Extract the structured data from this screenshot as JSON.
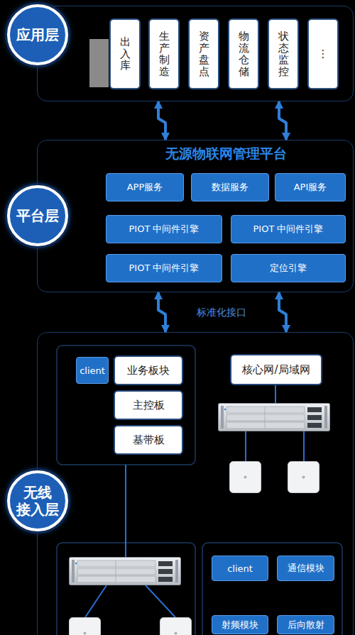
{
  "diagram": {
    "nodes": [
      {
        "text": [
          "应用层"
        ]
      },
      {
        "text": [
          "出入库"
        ],
        "in": 0
      },
      {
        "text": [
          "生产制造"
        ],
        "in": 0
      },
      {
        "text": [
          "资产盘点"
        ],
        "in": 0
      },
      {
        "text": [
          "物流仓储"
        ],
        "in": 0
      },
      {
        "text": [
          "状态监控"
        ],
        "in": 0
      },
      {
        "text": [
          "⋮"
        ],
        "in": 0
      },
      {
        "text": [
          "平台层",
          "无源物联网管理平台"
        ]
      },
      {
        "text": [
          "APP服务"
        ],
        "in": 7
      },
      {
        "text": [
          "数据服务"
        ],
        "in": 7
      },
      {
        "text": [
          "API服务"
        ],
        "in": 7
      },
      {
        "text": [
          "PIOT 中间件引擎"
        ],
        "in": 7
      },
      {
        "text": [
          "PIOT 中间件引擎"
        ],
        "in": 7
      },
      {
        "text": [
          "PIOT 中间件引擎"
        ],
        "in": 7
      },
      {
        "text": [
          "定位引擎"
        ],
        "in": 7
      },
      {
        "text": [
          "无线 接入层"
        ]
      },
      {
        "text": [
          "client"
        ],
        "in": 15
      },
      {
        "text": [
          "业务板块"
        ],
        "in": 15
      },
      {
        "text": [
          "主控板"
        ],
        "in": 15
      },
      {
        "text": [
          "基带板"
        ],
        "in": 15
      },
      {
        "text": [
          "核心网/局域网"
        ],
        "in": 15
      },
      {
        "text": [
          "client"
        ],
        "in": 15
      },
      {
        "text": [
          "通信模块"
        ],
        "in": 15
      },
      {
        "text": [
          "射频模块"
        ],
        "in": 15
      },
      {
        "text": [
          "后向散射"
        ],
        "in": 15
      }
    ],
    "edges": [
      {
        "from": 0,
        "to": 7,
        "arrow": "both"
      },
      {
        "from": 0,
        "to": 7,
        "arrow": "both"
      },
      {
        "from": 7,
        "to": 15,
        "arrow": "both"
      },
      {
        "from": 7,
        "to": 15,
        "arrow": "both"
      }
    ],
    "labels": [
      "标准化接口"
    ]
  }
}
